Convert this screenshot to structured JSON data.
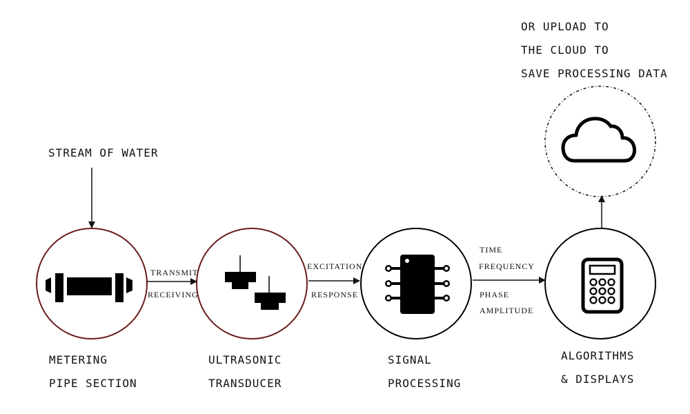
{
  "colors": {
    "ring_primary": "#6b1a1a",
    "ring_secondary": "#000000",
    "ink": "#111111"
  },
  "cloud_note": {
    "line1": "OR UPLOAD TO",
    "line2": "THE CLOUD TO",
    "line3": "SAVE PROCESSING DATA"
  },
  "input_label": "STREAM OF WATER",
  "stages": [
    {
      "icon": "pipe-icon",
      "line1": "METERING",
      "line2": "PIPE SECTION"
    },
    {
      "icon": "transducer-icon",
      "line1": "ULTRASONIC",
      "line2": "TRANSDUCER"
    },
    {
      "icon": "chip-icon",
      "line1": "SIGNAL",
      "line2": "PROCESSING"
    },
    {
      "icon": "calculator-icon",
      "line1": "ALGORITHMS",
      "line2": "& DISPLAYS"
    }
  ],
  "links": [
    {
      "top": "TRANSMIT",
      "bottom": "RECEIVING"
    },
    {
      "top": "EXCITATION",
      "bottom": "RESPONSE"
    },
    {
      "top1": "TIME",
      "top2": "FREQUENCY",
      "bottom1": "PHASE",
      "bottom2": "AMPLITUDE"
    }
  ],
  "cloud_icon": "cloud-icon"
}
